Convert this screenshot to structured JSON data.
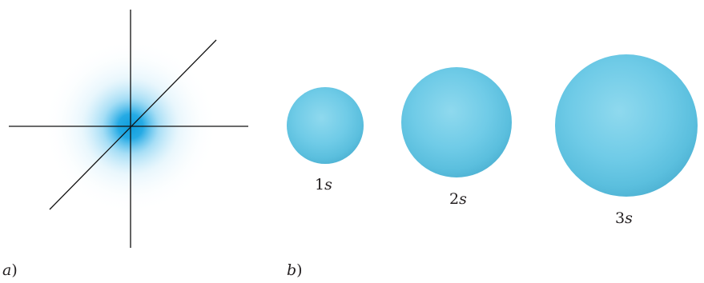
{
  "panels": {
    "a": {
      "letter": "a",
      "paren": ")"
    },
    "b": {
      "letter": "b",
      "paren": ")"
    }
  },
  "orbitals": [
    {
      "n": "1",
      "l": "s"
    },
    {
      "n": "2",
      "l": "s"
    },
    {
      "n": "3",
      "l": "s"
    }
  ],
  "colors": {
    "cloud_core": "#1ca2e0",
    "sphere": "#6ccfe9",
    "axes": "#111111"
  }
}
